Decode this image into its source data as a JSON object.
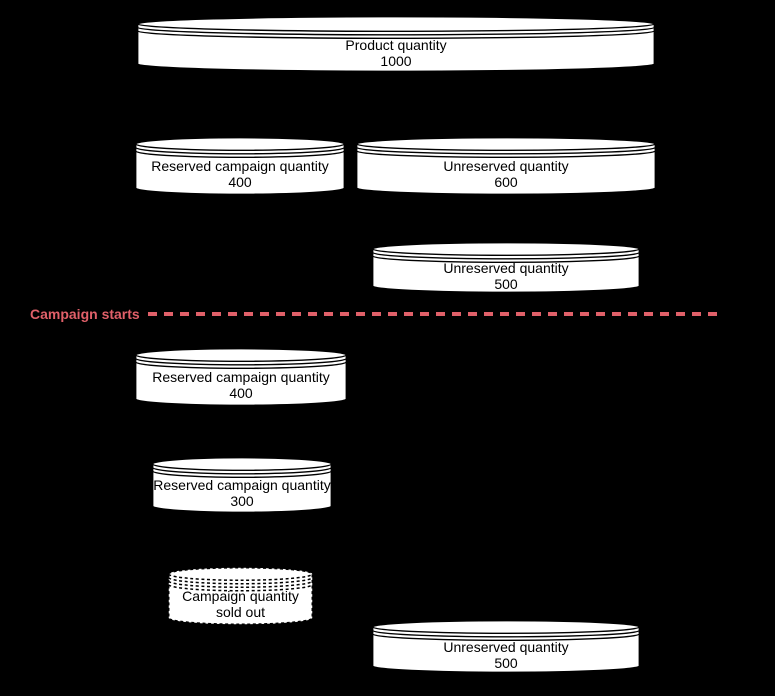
{
  "colors": {
    "background": "#000000",
    "node_fill": "#ffffff",
    "node_stroke": "#000000",
    "node_text": "#000000",
    "campaign_accent": "#e06069"
  },
  "campaign_marker": {
    "label": "Campaign starts"
  },
  "nodes": [
    {
      "label": "Product quantity",
      "value": "1000"
    },
    {
      "label": "Reserved campaign quantity",
      "value": "400"
    },
    {
      "label": "Unreserved quantity",
      "value": "600"
    },
    {
      "label": "Unreserved quantity",
      "value": "500"
    },
    {
      "label": "Reserved campaign quantity",
      "value": "400"
    },
    {
      "label": "Reserved campaign quantity",
      "value": "300"
    },
    {
      "label": "Campaign quantity",
      "value": "sold out"
    },
    {
      "label": "Unreserved quantity",
      "value": "500"
    }
  ]
}
